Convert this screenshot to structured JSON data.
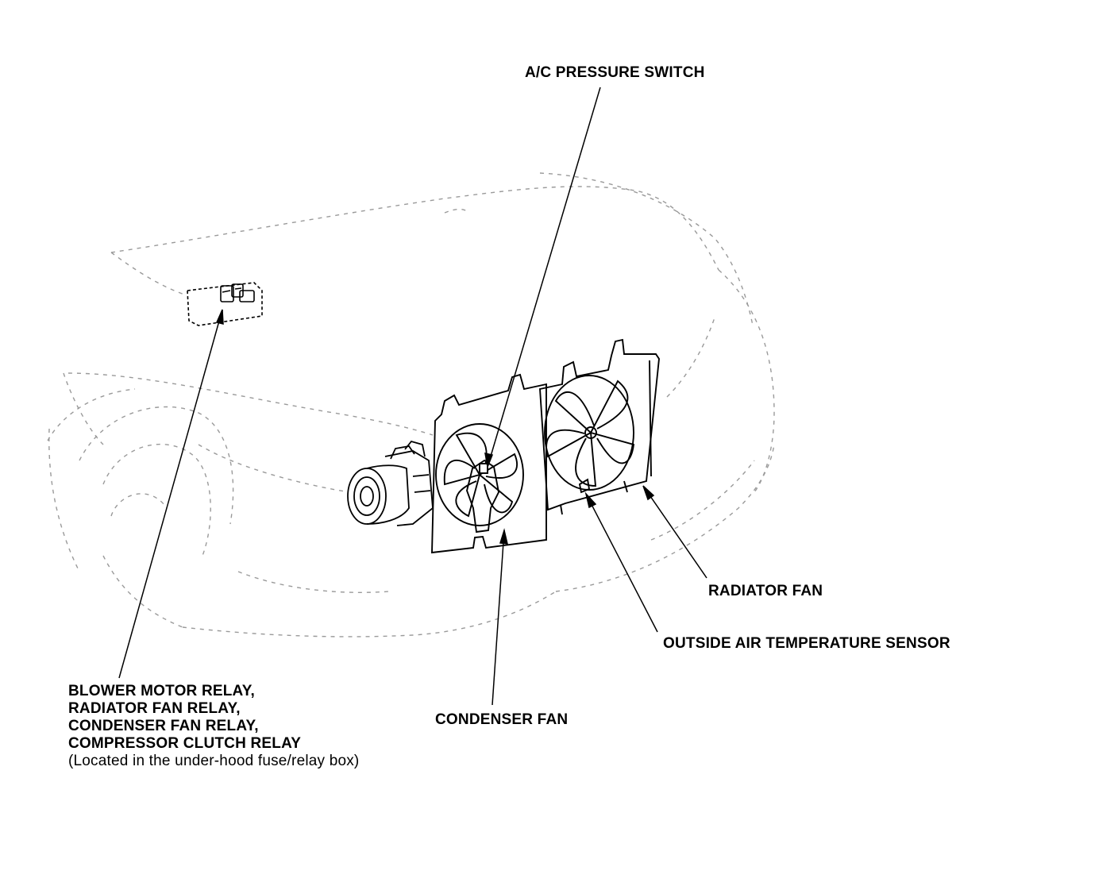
{
  "labels": {
    "ac_pressure_switch": "A/C PRESSURE SWITCH",
    "radiator_fan": "RADIATOR FAN",
    "outside_air_temperature_sensor": "OUTSIDE AIR TEMPERATURE SENSOR",
    "condenser_fan": "CONDENSER FAN",
    "relays": [
      "BLOWER MOTOR RELAY,",
      "RADIATOR FAN RELAY,",
      "CONDENSER FAN RELAY,",
      "COMPRESSOR CLUTCH RELAY"
    ],
    "relays_location_note": "(Located in the under-hood fuse/relay box)"
  },
  "colors": {
    "ink": "#000000",
    "background": "#ffffff",
    "ghost_outline": "#9a9a9a"
  }
}
